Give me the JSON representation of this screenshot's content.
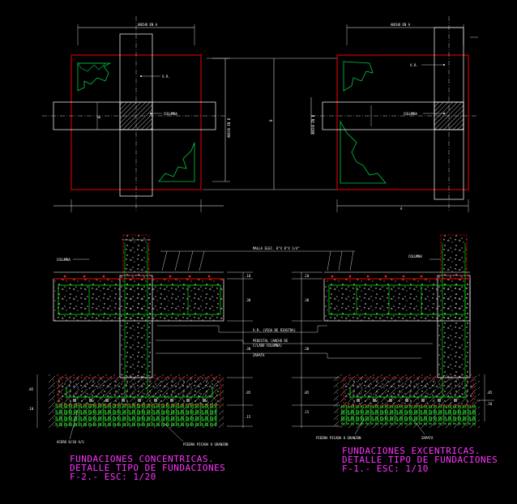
{
  "plan_left": {
    "dim_top": "ANCHO EN A",
    "dim_right": "ANCHO EN B",
    "label_vr": "V.R.",
    "label_col": "COLUMNA",
    "dim_left": "B"
  },
  "plan_right": {
    "dim_top": "ANCHO EN A",
    "dim_left": "ANCHO EN B",
    "label_vr": "V.R.",
    "label_col": "COLUMNA",
    "dim_bottom": "A"
  },
  "center_dim": "B",
  "section_labels": {
    "malla": "MALLA ELEC. 8\"X 8\"X 1/4\"",
    "columna_left": "COLUMNA",
    "columna_right": "COLUMNA",
    "vr": "V.R. (VIGA DE RIOSTRA)",
    "pedestal_1": "PEDESTAL (ANCHO DE",
    "pedestal_2": "C/LADO COLUMNA)",
    "zapata_left": "ZAPATA",
    "zapata_right": "ZAPATA",
    "acero": "ACERO D/10 A/S",
    "piedra_left": "PIEDRA PICADA O GRANZON",
    "piedra_right": "PIEDRA PICADA O GRANZON",
    "dims": [
      ".10",
      ".10",
      ".15",
      ".30",
      ".30",
      ".05",
      ".15",
      ".05",
      ".10"
    ]
  },
  "captions": {
    "left": [
      "FUNDACIONES CONCENTRICAS.",
      "DETALLE TIPO DE FUNDACIONES",
      "F-2.- ESC: 1/20"
    ],
    "right": [
      "FUNDACIONES EXCENTRICAS.",
      "DETALLE TIPO DE FUNDACIONES",
      "F-1.- ESC: 1/10"
    ]
  },
  "colors": {
    "background": "#000000",
    "footing_outline": "#cc0000",
    "dimension": "#ffffff",
    "rebar": "#00ff00",
    "caption": "#ff33ff",
    "hatch": "#00ffff"
  }
}
